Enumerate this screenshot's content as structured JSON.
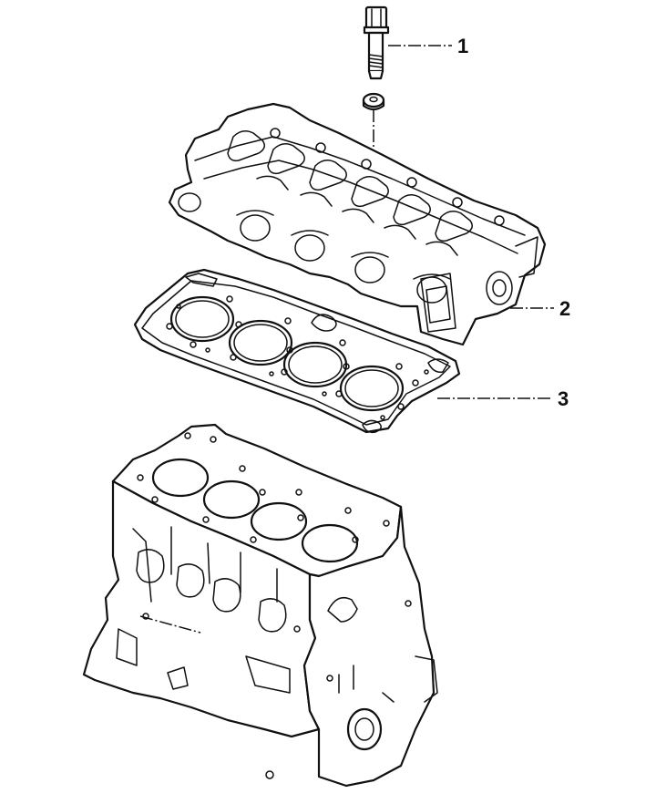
{
  "callouts": [
    {
      "number": "1",
      "part": "bolt"
    },
    {
      "number": "2",
      "part": "cylinder-head"
    },
    {
      "number": "3",
      "part": "head-gasket"
    }
  ],
  "colors": {
    "line": "#111111",
    "background": "#ffffff"
  }
}
